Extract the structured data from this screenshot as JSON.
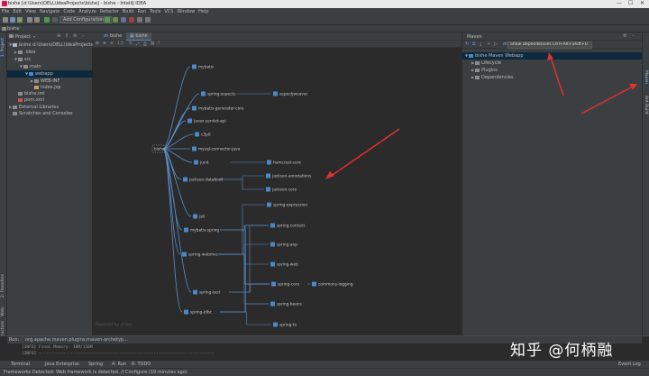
{
  "window": {
    "title": "bishe [d:\\Users\\DELL\\IdeaProjects\\bishe] - bishe - IntelliJ IDEA",
    "controls": [
      "—",
      "☐",
      "✕"
    ]
  },
  "menu": [
    "File",
    "Edit",
    "View",
    "Navigate",
    "Code",
    "Analyze",
    "Refactor",
    "Build",
    "Run",
    "Tools",
    "VCS",
    "Window",
    "Help"
  ],
  "toolbar": {
    "add_config_label": "Add Configuration..."
  },
  "navbar": {
    "breadcrumb": "bishe"
  },
  "left_strip": {
    "tabs": [
      "1: Project",
      "2: Favorites",
      "Web",
      "7: Structure"
    ]
  },
  "right_strip": {
    "tabs": [
      "Maven",
      "Ant Build"
    ]
  },
  "project": {
    "header": "Project",
    "items": [
      {
        "label": "bishe  d:\\Users\\DELL\\IdeaProjects\\",
        "level": 0,
        "arrow": "▼",
        "selected": false,
        "color": "#a9b7c6"
      },
      {
        "label": ".idea",
        "level": 1,
        "arrow": "▶",
        "selected": false,
        "color": "#8c8c8c"
      },
      {
        "label": "src",
        "level": 1,
        "arrow": "▼",
        "selected": false,
        "color": "#8c8c8c"
      },
      {
        "label": "main",
        "level": 2,
        "arrow": "▼",
        "selected": false,
        "color": "#8c8c8c"
      },
      {
        "label": "webapp",
        "level": 3,
        "arrow": "▼",
        "selected": true,
        "color": "#4a88c7"
      },
      {
        "label": "WEB-INF",
        "level": 4,
        "arrow": "▶",
        "selected": false,
        "color": "#8c8c8c"
      },
      {
        "label": "index.jsp",
        "level": 4,
        "arrow": "",
        "selected": false,
        "color": "#c3a26a"
      },
      {
        "label": "bishe.iml",
        "level": 1,
        "arrow": "",
        "selected": false,
        "color": "#8c8c8c"
      },
      {
        "label": "pom.xml",
        "level": 1,
        "arrow": "",
        "selected": false,
        "color": "#c75450"
      },
      {
        "label": "External Libraries",
        "level": 0,
        "arrow": "▶",
        "selected": false,
        "color": "#8c8c8c"
      },
      {
        "label": "Scratches and Consoles",
        "level": 0,
        "arrow": "",
        "selected": false,
        "color": "#8c8c8c"
      }
    ]
  },
  "editor": {
    "tabs": [
      {
        "label": "bishe",
        "active": false
      },
      {
        "label": "bishe",
        "active": true
      }
    ],
    "powered_by": "Powered by yFiles"
  },
  "diagram": {
    "root": "bishe",
    "nodes": [
      {
        "id": "mybatis",
        "label": "mybatis"
      },
      {
        "id": "spring-aspects",
        "label": "spring-aspects"
      },
      {
        "id": "aspectjweaver",
        "label": "aspectjweaver"
      },
      {
        "id": "mybatis-generator-core",
        "label": "mybatis-generator-core"
      },
      {
        "id": "javax-servlet-api",
        "label": "javax.servlet-api"
      },
      {
        "id": "c3p0",
        "label": "c3p0"
      },
      {
        "id": "mysql-connector-java",
        "label": "mysql-connector-java"
      },
      {
        "id": "junit",
        "label": "junit"
      },
      {
        "id": "hamcrest-core",
        "label": "hamcrest-core"
      },
      {
        "id": "jackson-databind",
        "label": "jackson-databind"
      },
      {
        "id": "jackson-annotations",
        "label": "jackson-annotations"
      },
      {
        "id": "jackson-core",
        "label": "jackson-core"
      },
      {
        "id": "jstl",
        "label": "jstl"
      },
      {
        "id": "mybatis-spring",
        "label": "mybatis-spring"
      },
      {
        "id": "spring-webmvc",
        "label": "spring-webmvc"
      },
      {
        "id": "spring-test",
        "label": "spring-test"
      },
      {
        "id": "spring-jdbc",
        "label": "spring-jdbc"
      },
      {
        "id": "spring-expression",
        "label": "spring-expression"
      },
      {
        "id": "spring-context",
        "label": "spring-context"
      },
      {
        "id": "spring-aop",
        "label": "spring-aop"
      },
      {
        "id": "spring-web",
        "label": "spring-web"
      },
      {
        "id": "spring-core",
        "label": "spring-core"
      },
      {
        "id": "commons-logging",
        "label": "commons-logging"
      },
      {
        "id": "spring-beans",
        "label": "spring-beans"
      },
      {
        "id": "spring-tx",
        "label": "spring-tx"
      }
    ]
  },
  "maven": {
    "header": "Maven",
    "tooltip": "Show Dependencies  Ctrl+Alt+Shift+U",
    "tree": [
      {
        "label": "bishe Maven Webapp",
        "level": 0,
        "arrow": "▼",
        "selected": true
      },
      {
        "label": "Lifecycle",
        "level": 1,
        "arrow": "▶",
        "selected": false
      },
      {
        "label": "Plugins",
        "level": 1,
        "arrow": "▶",
        "selected": false
      },
      {
        "label": "Dependencies",
        "level": 1,
        "arrow": "▶",
        "selected": false
      }
    ]
  },
  "run": {
    "label": "Run:",
    "config": "org.apache.maven.plugins:maven-archetyp...",
    "lines": [
      "[INFO] Final Memory: 10M/158M",
      "[INFO] ------------------------------------------------------------------------"
    ]
  },
  "bottom_tabs": [
    "Terminal",
    "Java Enterprise",
    "Spring",
    "4: Run",
    "6: TODO"
  ],
  "bottom_right": "Event Log",
  "status": "Frameworks Detected: Web framework is detected. // Configure (19 minutes ago)",
  "watermark": "知乎 @何柄融"
}
